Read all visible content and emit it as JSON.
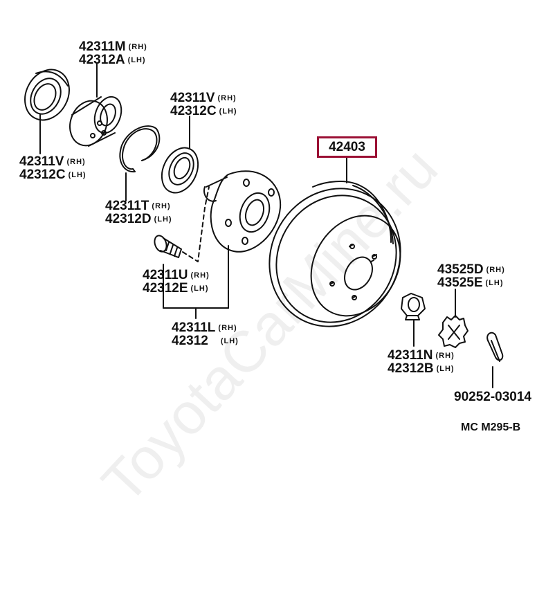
{
  "watermark": "ToyotaCarMine.ru",
  "diagram_code": "MC M295-B",
  "highlight_part": "42403",
  "parts": {
    "seal_outer": {
      "rh": "42311V",
      "rh_tag": "(RH)",
      "lh": "42312C",
      "lh_tag": "(LH)"
    },
    "bearing": {
      "rh": "42311M",
      "rh_tag": "(RH)",
      "lh": "42312A",
      "lh_tag": "(LH)"
    },
    "seal_inner": {
      "rh": "42311V",
      "rh_tag": "(RH)",
      "lh": "42312C",
      "lh_tag": "(LH)"
    },
    "snap_ring": {
      "rh": "42311T",
      "rh_tag": "(RH)",
      "lh": "42312D",
      "lh_tag": "(LH)"
    },
    "hub_bolt": {
      "rh": "42311U",
      "rh_tag": "(RH)",
      "lh": "42312E",
      "lh_tag": "(LH)"
    },
    "hub": {
      "rh": "42311L",
      "rh_tag": "(RH)",
      "lh": "42312",
      "lh_tag": "(LH)"
    },
    "hub_nut": {
      "rh": "42311N",
      "rh_tag": "(RH)",
      "lh": "42312B",
      "lh_tag": "(LH)"
    },
    "nut_lock": {
      "rh": "43525D",
      "rh_tag": "(RH)",
      "lh": "43525E",
      "lh_tag": "(LH)"
    },
    "cotter_pin": {
      "number": "90252-03014"
    }
  }
}
